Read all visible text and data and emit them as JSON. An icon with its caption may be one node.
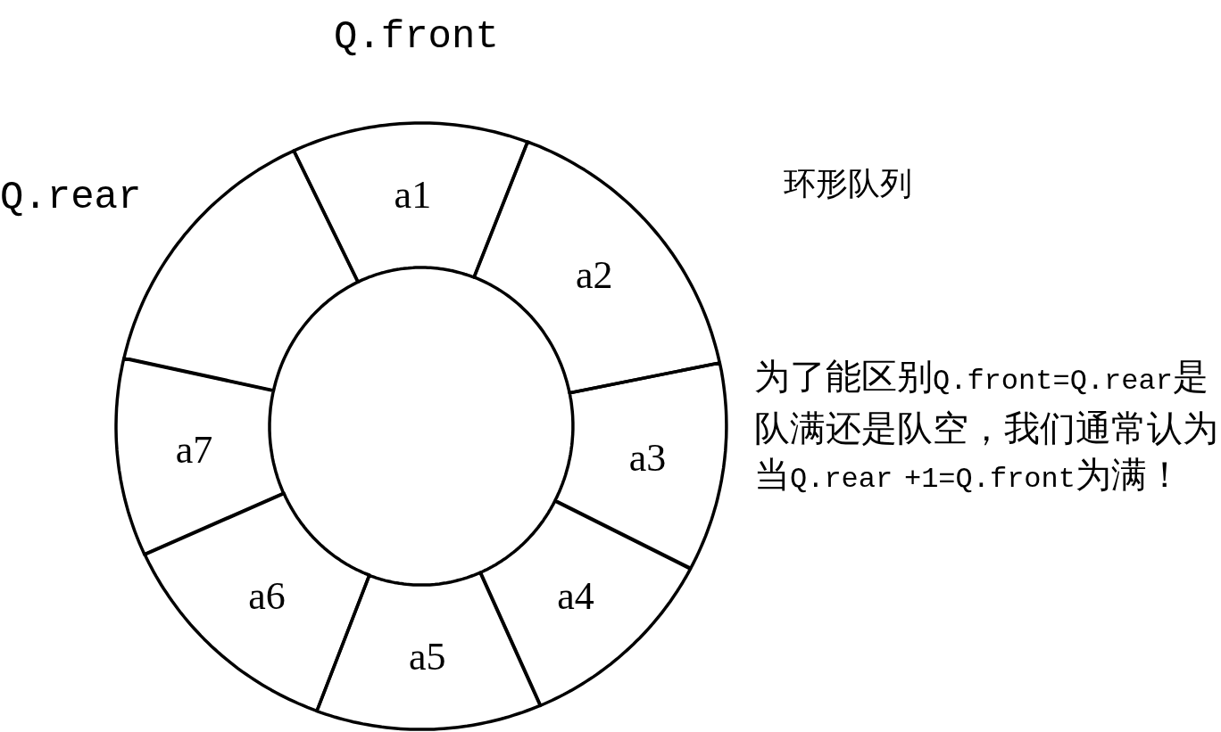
{
  "diagram": {
    "nodes": [
      {
        "text": [
          "a1"
        ]
      },
      {
        "text": [
          "a2"
        ]
      },
      {
        "text": [
          "a3"
        ]
      },
      {
        "text": [
          "a4"
        ]
      },
      {
        "text": [
          "a5"
        ]
      },
      {
        "text": [
          "a6"
        ]
      },
      {
        "text": [
          "a7"
        ]
      },
      {
        "text": [],
        "shape": "segment"
      }
    ],
    "labels": [
      "Q.front",
      "Q.rear",
      "环形队列",
      "为了能区别Q.front=Q.rear是队满还是队空，我们通常认为当Q.rear +1=Q.front为满！"
    ]
  }
}
